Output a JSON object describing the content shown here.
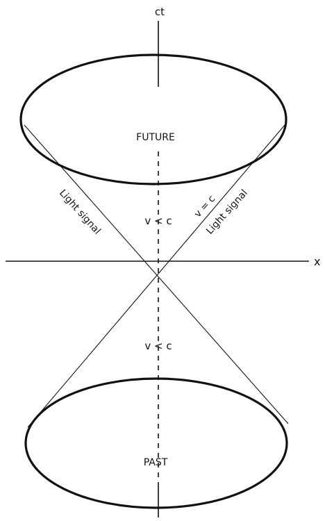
{
  "axes": {
    "vertical_label": "ct",
    "horizontal_label": "x"
  },
  "regions": {
    "future": "FUTURE",
    "past": "PAST"
  },
  "annotations": {
    "upper_velocity": "v < c",
    "lower_velocity": "v < c",
    "light_velocity": "v = c",
    "light_signal_left": "Light signal",
    "light_signal_right": "Light signal"
  },
  "colors": {
    "ink": "#111111",
    "background": "#ffffff"
  }
}
